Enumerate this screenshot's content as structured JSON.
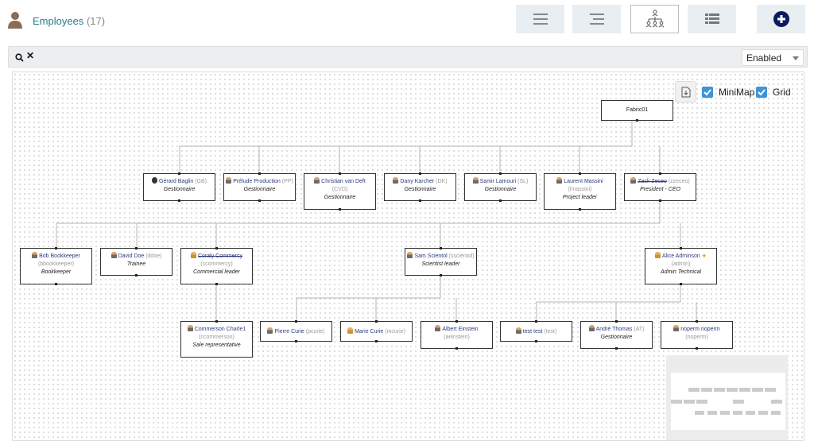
{
  "header": {
    "title": "Employees",
    "count": "(17)",
    "view_buttons": [
      "list-view",
      "tree-list-view",
      "org-chart-view",
      "table-view"
    ],
    "add_icon": "plus-circle-icon"
  },
  "filter": {
    "status_value": "Enabled"
  },
  "canvas": {
    "minimap_label": "MiniMap",
    "grid_label": "Grid",
    "minimap_checked": true,
    "grid_checked": true
  },
  "nodes": [
    {
      "id": "root",
      "name": "Fabric01",
      "login": "",
      "title": "",
      "avatar": "none",
      "struck": false
    },
    {
      "id": "n1",
      "name": "Gérard Baglin",
      "login": "(GB)",
      "title": "Gestionnaire",
      "avatar": "photo",
      "struck": false
    },
    {
      "id": "n2",
      "name": "Prélude Production",
      "login": "(PP)",
      "title": "Gestionnaire",
      "avatar": "male",
      "struck": false
    },
    {
      "id": "n3",
      "name": "Christian van Deft",
      "login": "(CVD)",
      "title": "Gestionnaire",
      "avatar": "male",
      "struck": false
    },
    {
      "id": "n4",
      "name": "Dany Karcher",
      "login": "(DK)",
      "title": "Gestionnaire",
      "avatar": "male",
      "struck": false
    },
    {
      "id": "n5",
      "name": "Samir Lamouri",
      "login": "(SL)",
      "title": "Gestionnaire",
      "avatar": "male",
      "struck": false
    },
    {
      "id": "n6",
      "name": "Laurent Massini",
      "login": "(lmassini)",
      "title": "Project leader",
      "avatar": "male",
      "struck": false
    },
    {
      "id": "n7",
      "name": "Zack Zeceo",
      "login": "(zzeceo)",
      "title": "President - CEO",
      "avatar": "male",
      "struck": true
    },
    {
      "id": "n8",
      "name": "Bob Bookkeeper",
      "login": "(bbookkeeper)",
      "title": "Bookkeeper",
      "avatar": "male",
      "struck": false
    },
    {
      "id": "n9",
      "name": "David Doe",
      "login": "(ddoe)",
      "title": "Trainee",
      "avatar": "male",
      "struck": false
    },
    {
      "id": "n10",
      "name": "Coraly Commercy",
      "login": "(ccommercy)",
      "title": "Commercial leader",
      "avatar": "female",
      "struck": true
    },
    {
      "id": "n11",
      "name": "Sam Scientol",
      "login": "(sscientol)",
      "title": "Scientist leader",
      "avatar": "male",
      "struck": false
    },
    {
      "id": "n12",
      "name": "Alice Adminson",
      "login": "(admin)",
      "title": "Admin Technical",
      "avatar": "female",
      "struck": false,
      "star": "★"
    },
    {
      "id": "n13",
      "name": "Commerson Charle1",
      "login": "(ccommerson)",
      "title": "Sale representative",
      "avatar": "male",
      "struck": false
    },
    {
      "id": "n14",
      "name": "Pierre Curie",
      "login": "(pcurie)",
      "title": "",
      "avatar": "male",
      "struck": false
    },
    {
      "id": "n15",
      "name": "Marie Curie",
      "login": "(mcurie)",
      "title": "",
      "avatar": "female",
      "struck": false
    },
    {
      "id": "n16",
      "name": "Albert Einstein",
      "login": "(aeinstein)",
      "title": "",
      "avatar": "male",
      "struck": false
    },
    {
      "id": "n17",
      "name": "test test",
      "login": "(test)",
      "title": "",
      "avatar": "male",
      "struck": false
    },
    {
      "id": "n18",
      "name": "André Thomas",
      "login": "(AT)",
      "title": "Gestionnaire",
      "avatar": "male",
      "struck": false
    },
    {
      "id": "n19",
      "name": "noperm noperm",
      "login": "(noperm)",
      "title": "",
      "avatar": "male",
      "struck": false
    }
  ],
  "colors": {
    "accent": "#3d95d8",
    "title": "#2b7a8c",
    "name": "#2a3b7d"
  }
}
